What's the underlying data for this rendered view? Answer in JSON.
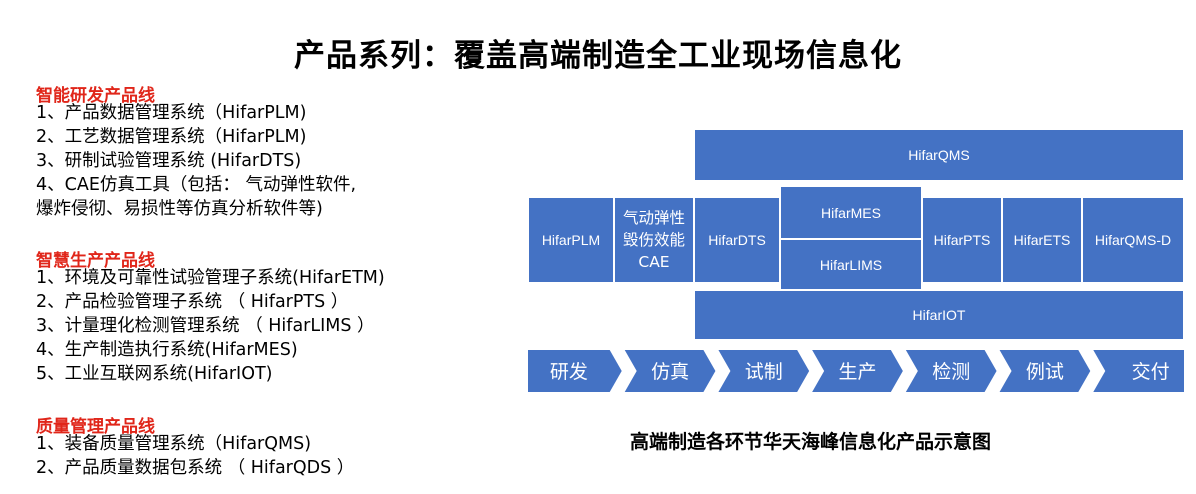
{
  "title": "产品系列：覆盖高端制造全工业现场信息化",
  "sections": [
    {
      "heading": "智能研发产品线",
      "items": [
        "1、产品数据管理系统（HifarPLM)",
        "2、工艺数据管理系统（HifarPLM)",
        "3、研制试验管理系统 (HifarDTS)",
        "4、CAE仿真工具（包括： 气动弹性软件,",
        "    爆炸侵彻、易损性等仿真分析软件等)"
      ]
    },
    {
      "heading": "智慧生产产品线",
      "items": [
        "1、环境及可靠性试验管理子系统(HifarETM)",
        "2、产品检验管理子系统 （ HifarPTS ）",
        "3、计量理化检测管理系统 （ HifarLIMS ）",
        "4、生产制造执行系统(HifarMES)",
        "5、工业互联网系统(HifarIOT)"
      ]
    },
    {
      "heading": "质量管理产品线",
      "items": [
        "1、装备质量管理系统（HifarQMS)",
        "2、产品质量数据包系统 （ HifarQDS ）"
      ]
    }
  ],
  "diagram": {
    "qms": "HifarQMS",
    "plm": "HifarPLM",
    "cae_lines": [
      "气动弹性",
      "毁伤效能",
      "CAE"
    ],
    "dts": "HifarDTS",
    "mes": "HifarMES",
    "lims": "HifarLIMS",
    "pts": "HifarPTS",
    "ets": "HifarETS",
    "qmsd": "HifarQMS-D",
    "iot": "HifarIOT",
    "flow": [
      "研发",
      "仿真",
      "试制",
      "生产",
      "检测",
      "例试",
      "交付"
    ],
    "color": "#4472c4"
  },
  "caption": "高端制造各环节华天海峰信息化产品示意图"
}
